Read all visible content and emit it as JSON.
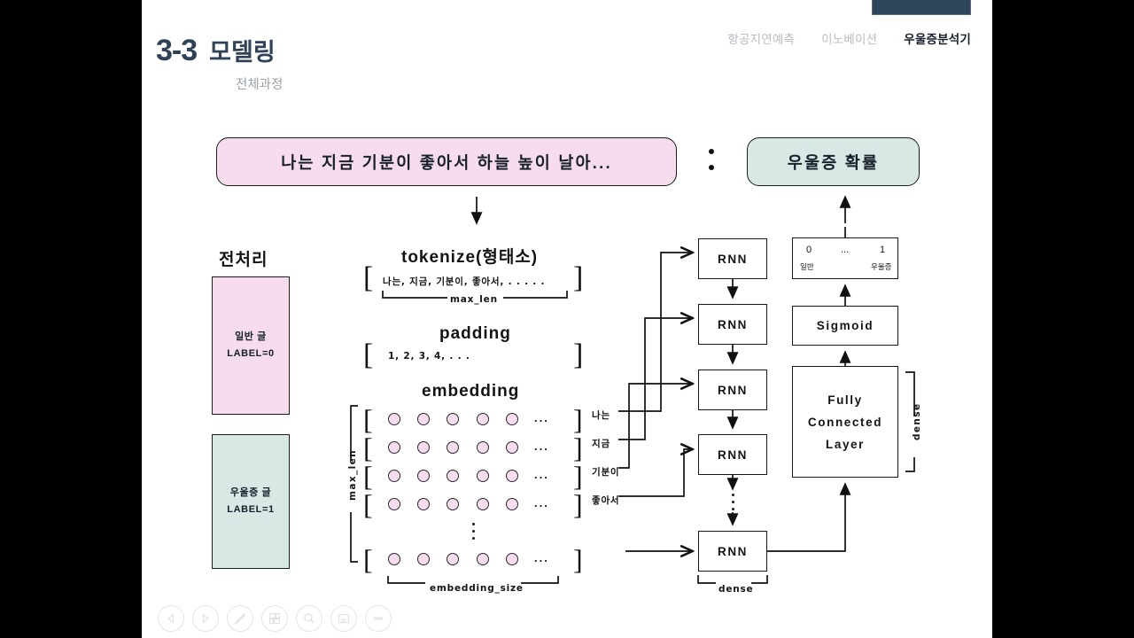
{
  "header": {
    "title_number": "3-3",
    "title_main": "모델링",
    "subtitle": "전체과정",
    "nav": [
      {
        "label": "항공지연예측",
        "active": false
      },
      {
        "label": "이노베이션",
        "active": false
      },
      {
        "label": "우울증분석기",
        "active": true
      }
    ],
    "accent_color": "#2f475c"
  },
  "flow": {
    "input_pill": "나는 지금 기분이 좋아서 하늘 높이 날아...",
    "output_pill": "우울증 확률",
    "input_pill_color": "#f6dcec",
    "output_pill_color": "#d8e8e5"
  },
  "preprocess": {
    "heading": "전처리",
    "boxes": [
      {
        "line1": "일반 글",
        "line2": "LABEL=0",
        "color": "#f6dcec"
      },
      {
        "line1": "우울증 글",
        "line2": "LABEL=1",
        "color": "#d8e8e5"
      }
    ]
  },
  "tokenize": {
    "heading": "tokenize(형태소)",
    "row": "나는, 지금, 기분이, 좋아서, . . . . .",
    "bracket_label": "max_len"
  },
  "padding": {
    "heading": "padding",
    "row": "1,      2,      3,      4, . . ."
  },
  "embedding": {
    "heading": "embedding",
    "row_labels": [
      "나는",
      "지금",
      "기분이",
      "좋아서"
    ],
    "vertical_label": "max_len",
    "horizontal_label": "embedding_size",
    "ellipsis": "...",
    "circles_per_row": 5,
    "circle_color": "#f7dcf0"
  },
  "rnn": {
    "block_label": "RNN",
    "count": 5,
    "dense_label": "dense"
  },
  "output_stack": {
    "prob_left": "0",
    "prob_mid": "...",
    "prob_right": "1",
    "prob_left_sub": "일반",
    "prob_right_sub": "우울증",
    "sigmoid_label": "Sigmoid",
    "fc_line1": "Fully",
    "fc_line2": "Connected",
    "fc_line3": "Layer",
    "dense_label": "dense"
  },
  "toolbar": {
    "items": [
      {
        "name": "previous-slide",
        "icon": "triangle-left-icon"
      },
      {
        "name": "next-slide",
        "icon": "triangle-right-icon"
      },
      {
        "name": "pen-tool",
        "icon": "pen-icon"
      },
      {
        "name": "slide-overview",
        "icon": "grid-icon"
      },
      {
        "name": "zoom-tool",
        "icon": "magnifier-icon"
      },
      {
        "name": "presenter-notes",
        "icon": "notes-icon"
      },
      {
        "name": "more-options",
        "icon": "ellipsis-icon"
      }
    ]
  }
}
